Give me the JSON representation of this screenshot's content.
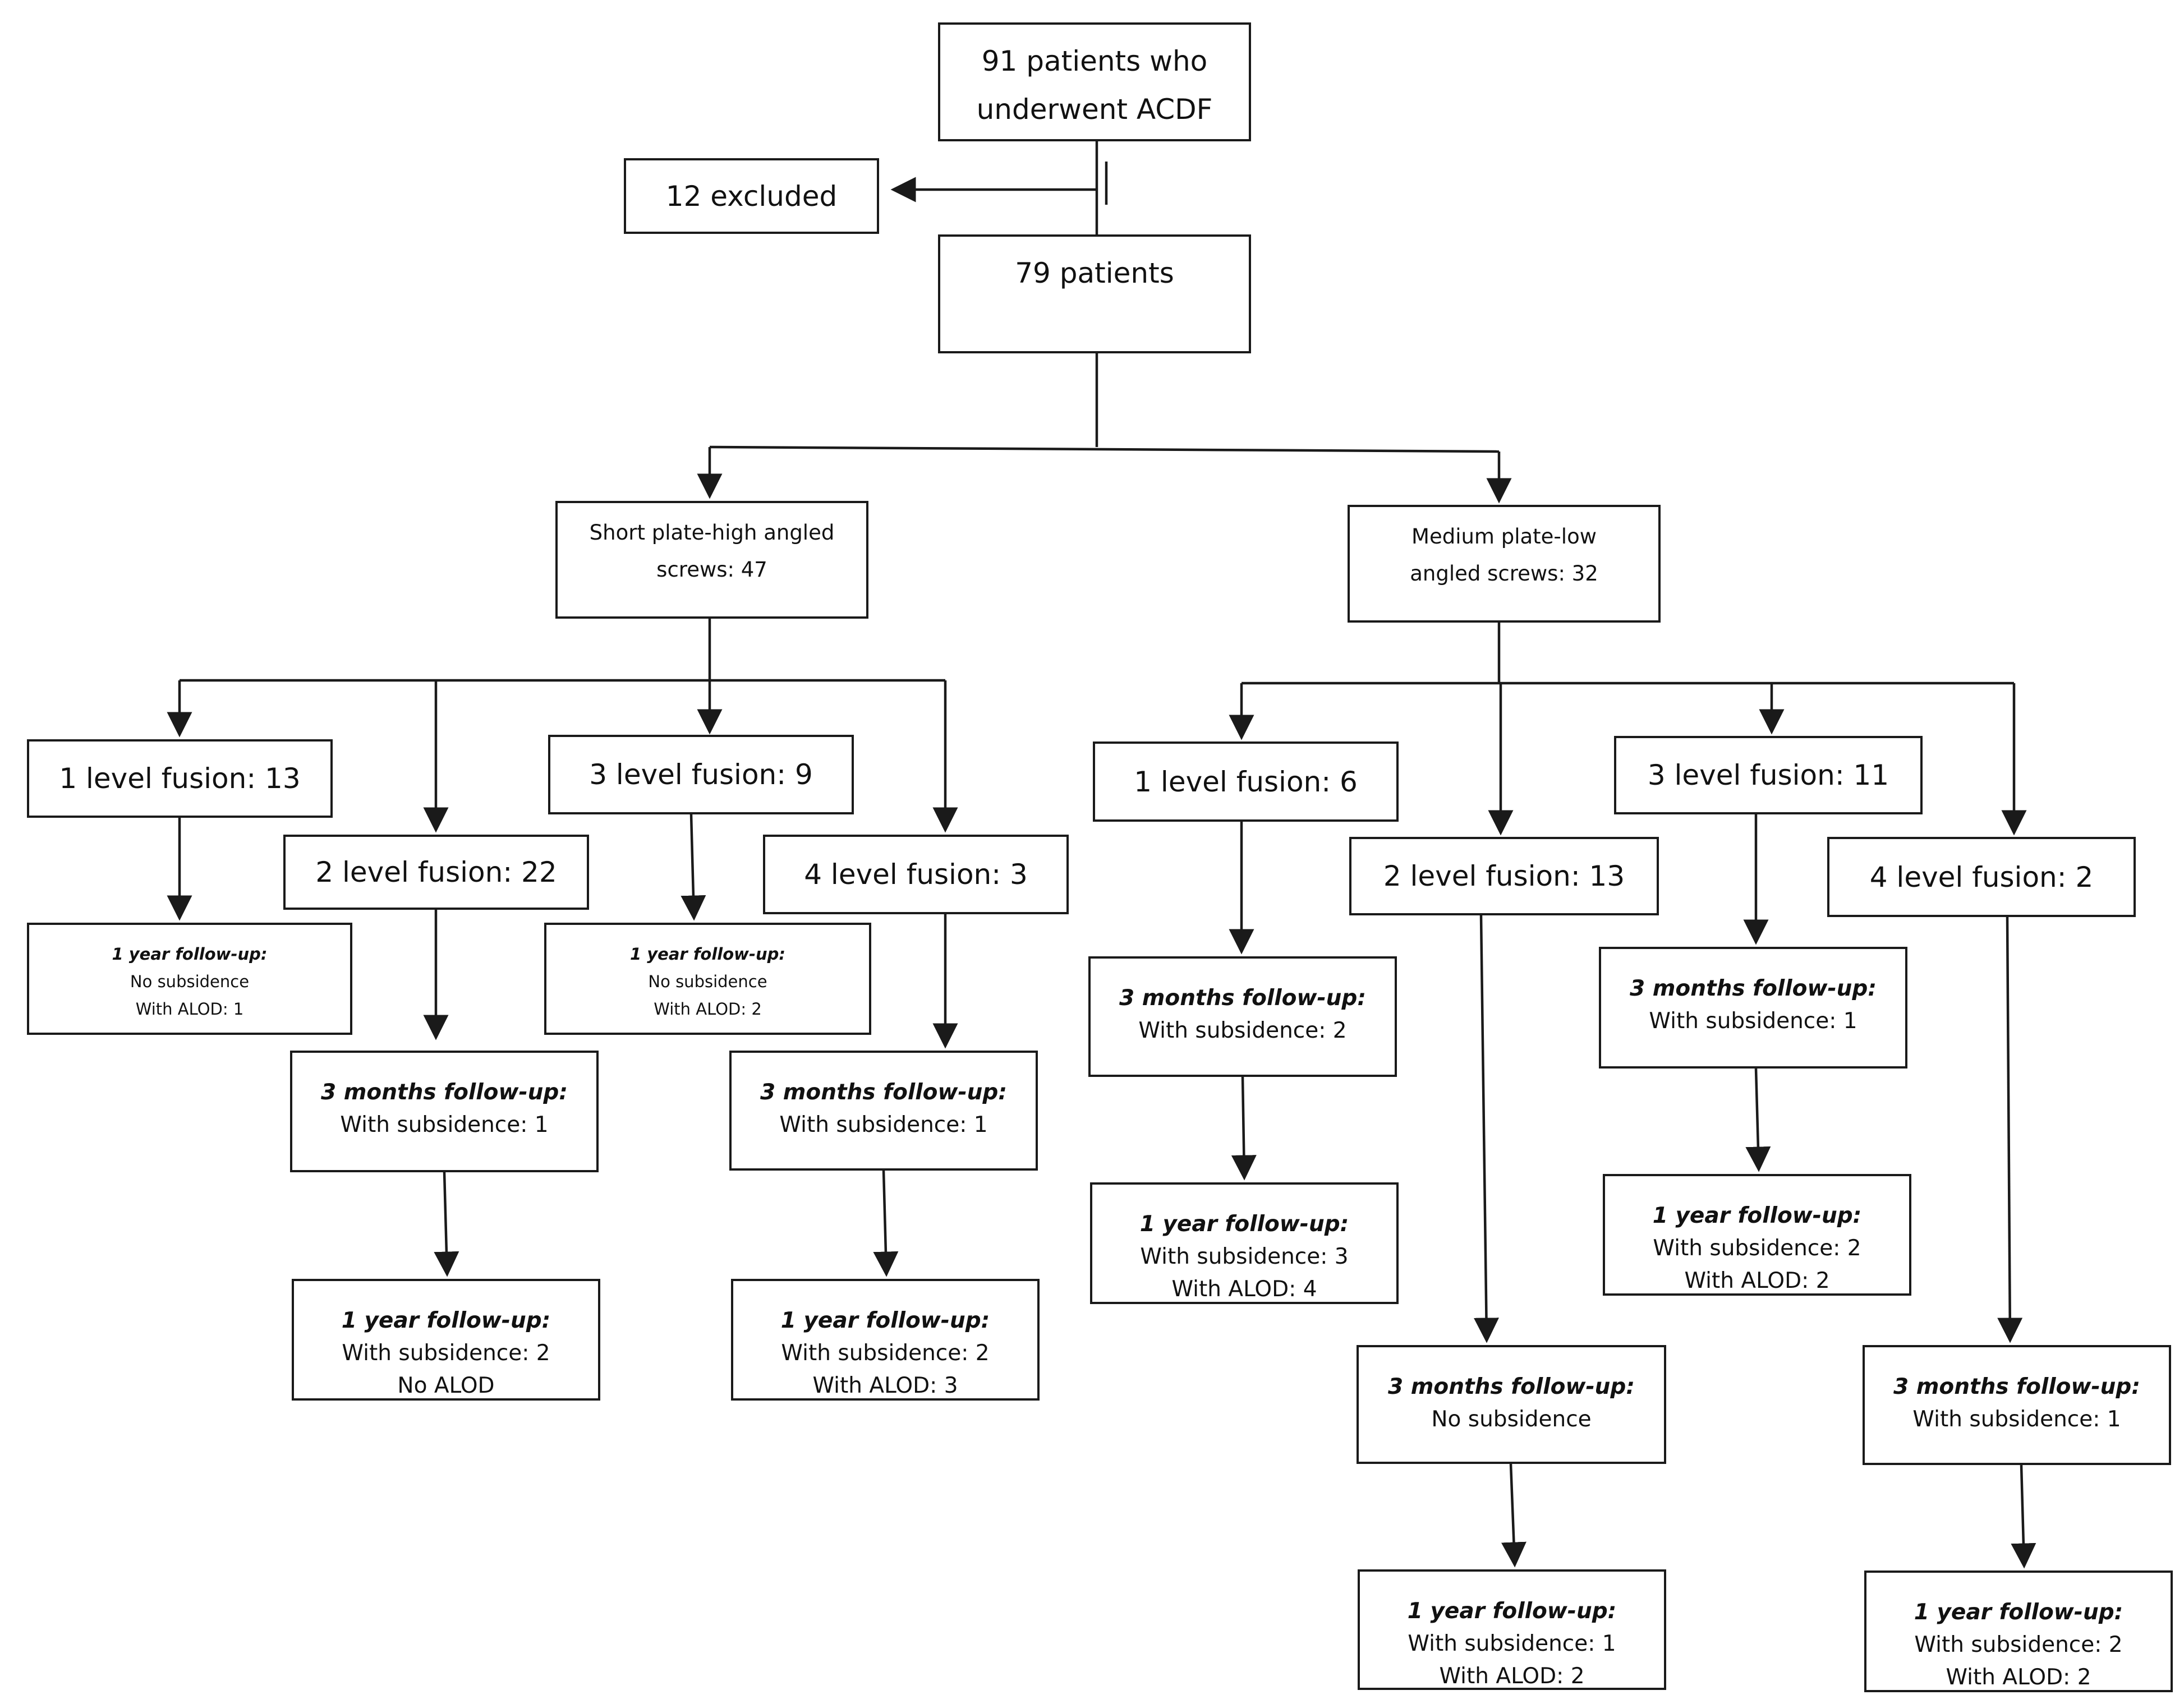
{
  "diagram": {
    "top": {
      "total": "91 patients who underwent ACDF",
      "total_line1": "91 patients who",
      "total_line2": "underwent ACDF",
      "excluded": "12 excluded",
      "remaining": "79 patients"
    },
    "groups": [
      {
        "title_line1": "Short plate-high angled",
        "title_line2": "screws: 47",
        "levels": [
          {
            "label": "1 level fusion: 13",
            "followups": [
              {
                "heading": "1 year follow-up:",
                "lines": [
                  "No subsidence",
                  "With ALOD: 1"
                ]
              }
            ]
          },
          {
            "label": "2 level fusion: 22",
            "followups": [
              {
                "heading": "3 months follow-up:",
                "lines": [
                  "With subsidence: 1"
                ]
              },
              {
                "heading": "1 year follow-up:",
                "lines": [
                  "With subsidence: 2",
                  "No ALOD"
                ]
              }
            ]
          },
          {
            "label": "3 level fusion: 9",
            "followups": [
              {
                "heading": "1 year follow-up:",
                "lines": [
                  "No subsidence",
                  "With ALOD: 2"
                ]
              }
            ]
          },
          {
            "label": "4 level fusion: 3",
            "followups": [
              {
                "heading": "3 months follow-up:",
                "lines": [
                  "With subsidence: 1"
                ]
              },
              {
                "heading": "1 year follow-up:",
                "lines": [
                  "With subsidence: 2",
                  "With ALOD: 3"
                ]
              }
            ]
          }
        ]
      },
      {
        "title_line1": "Medium plate-low",
        "title_line2": "angled screws: 32",
        "levels": [
          {
            "label": "1 level fusion: 6",
            "followups": [
              {
                "heading": "3 months follow-up:",
                "lines": [
                  "With subsidence: 2"
                ]
              },
              {
                "heading": "1 year follow-up:",
                "lines": [
                  "With subsidence: 3",
                  "With ALOD: 4"
                ]
              }
            ]
          },
          {
            "label": "2 level fusion: 13",
            "followups": [
              {
                "heading": "3 months follow-up:",
                "lines": [
                  "No subsidence"
                ]
              },
              {
                "heading": "1 year follow-up:",
                "lines": [
                  "With subsidence: 1",
                  "With ALOD: 2"
                ]
              }
            ]
          },
          {
            "label": "3 level fusion: 11",
            "followups": [
              {
                "heading": "3 months follow-up:",
                "lines": [
                  "With subsidence: 1"
                ]
              },
              {
                "heading": "1 year follow-up:",
                "lines": [
                  "With subsidence: 2",
                  "With ALOD: 2"
                ]
              }
            ]
          },
          {
            "label": "4 level fusion: 2",
            "followups": [
              {
                "heading": "3 months follow-up:",
                "lines": [
                  "With subsidence: 1"
                ]
              },
              {
                "heading": "1 year follow-up:",
                "lines": [
                  "With subsidence: 2",
                  "With ALOD: 2"
                ]
              }
            ]
          }
        ]
      }
    ]
  }
}
